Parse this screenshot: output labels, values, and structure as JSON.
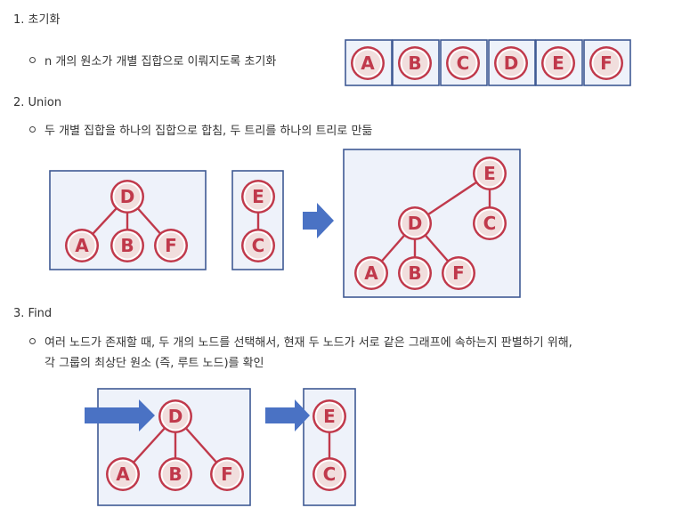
{
  "sections": [
    {
      "heading": "1. 초기화",
      "bullet": "n 개의 원소가 개별 집합으로 이뤄지도록 초기화"
    },
    {
      "heading": "2. Union",
      "bullet": "두 개별 집합을 하나의 집합으로 합침, 두 트리를 하나의 트리로 만듦"
    },
    {
      "heading": "3. Find",
      "bullet_line1": "여러 노드가 존재할 때, 두 개의 노드를 선택해서, 현재 두 노드가 서로 같은 그래프에 속하는지 판별하기 위해,",
      "bullet_line2": "각 그룹의 최상단 원소 (즉, 루트 노드)를 확인"
    }
  ],
  "nodes": {
    "a": "A",
    "b": "B",
    "c": "C",
    "d": "D",
    "e": "E",
    "f": "F"
  },
  "colors": {
    "node_border": "#c0394b",
    "node_fill": "#f1dedd",
    "box_fill": "#eef2fa",
    "box_border": "#3f5a94",
    "arrow": "#4a72c4"
  }
}
